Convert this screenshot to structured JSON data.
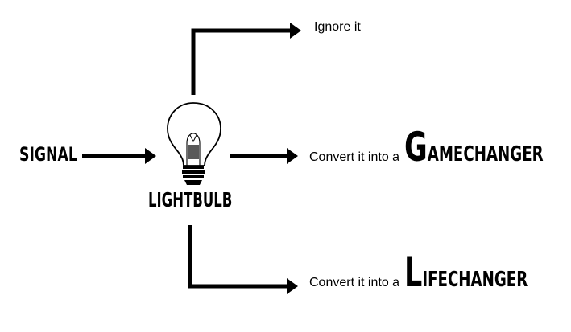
{
  "diagram": {
    "input_label": "SIGNAL",
    "center_label": "LIGHTBULB",
    "outputs": {
      "top": {
        "text": "Ignore it"
      },
      "middle": {
        "prefix": "Convert it into a",
        "emphasis_first": "G",
        "emphasis_rest": "AMECHANGER"
      },
      "bottom": {
        "prefix": "Convert it into a",
        "emphasis_first": "L",
        "emphasis_rest": "IFECHANGER"
      }
    },
    "icons": {
      "center": "lightbulb-icon",
      "connectors": "arrow-icon"
    },
    "colors": {
      "ink": "#000000",
      "background": "#ffffff"
    }
  }
}
